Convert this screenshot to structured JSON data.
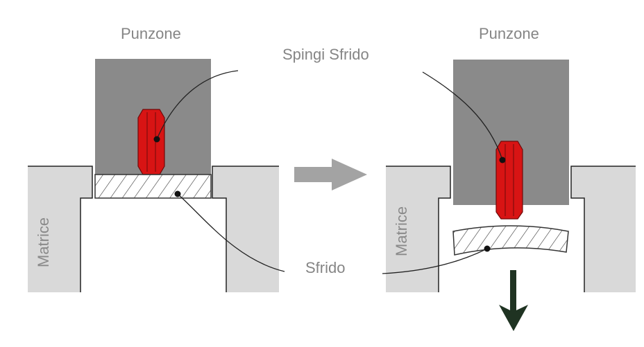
{
  "labels": {
    "punch_left": "Punzone",
    "punch_right": "Punzone",
    "slug_pusher": "Spingi Sfrido",
    "slug": "Sfrido",
    "die_left": "Matrice",
    "die_right": "Matrice"
  },
  "colors": {
    "die": "#d9d9d9",
    "punch": "#8a8a8a",
    "pusher": "#d81414",
    "arrow_process": "#a3a3a3",
    "arrow_down": "#1f3322",
    "outline": "#222222",
    "label_text": "#858585"
  },
  "icons": {
    "process_arrow": "arrow-right",
    "ejection_arrow": "arrow-down"
  }
}
